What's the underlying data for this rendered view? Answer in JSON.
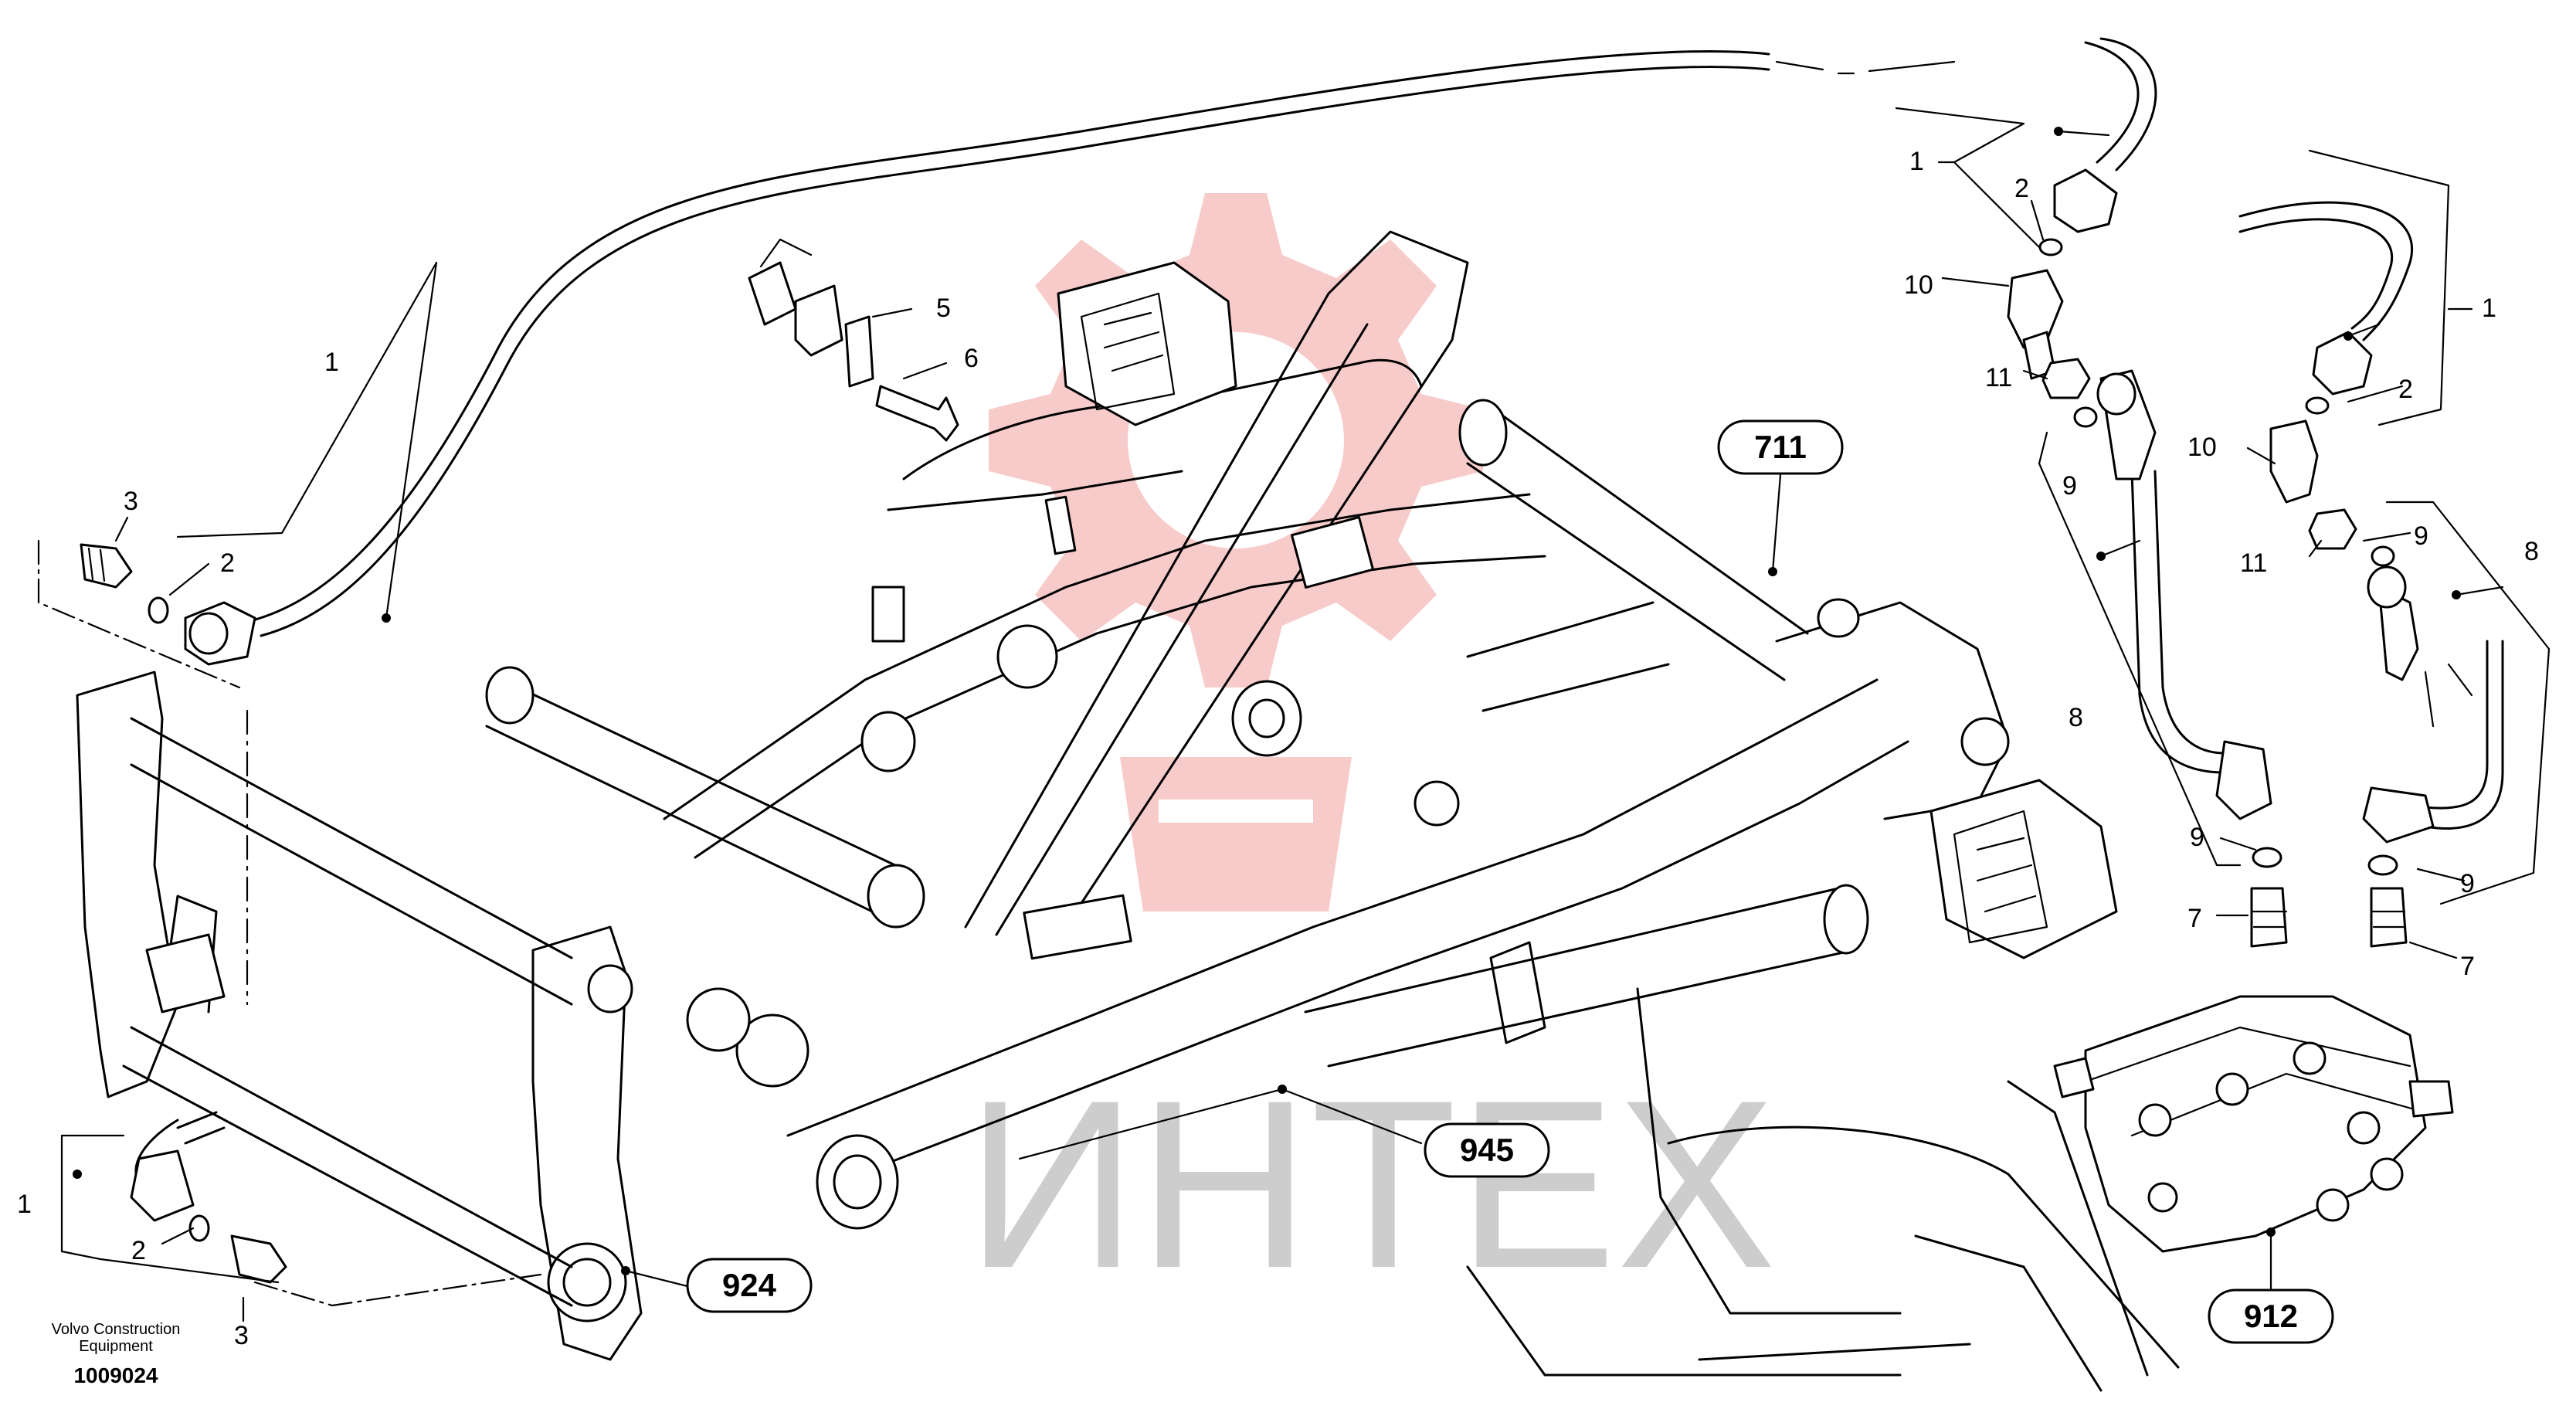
{
  "watermark": {
    "logo": "gear-logo",
    "text": "ИНТЕХ",
    "logo_color": "#f5b3b3",
    "text_color": "#bdbdbd"
  },
  "callouts": {
    "c1a": "1",
    "c1b": "1",
    "c1c": "1",
    "c1d": "1",
    "c2a": "2",
    "c2b": "2",
    "c2c": "2",
    "c2d": "2",
    "c3a": "3",
    "c3b": "3",
    "c5": "5",
    "c6": "6",
    "c7a": "7",
    "c7b": "7",
    "c8a": "8",
    "c8b": "8",
    "c9a": "9",
    "c9b": "9",
    "c9c": "9",
    "c9d": "9",
    "c10a": "10",
    "c10b": "10",
    "c11a": "11",
    "c11b": "11"
  },
  "references": {
    "r711": "711",
    "r945": "945",
    "r924": "924",
    "r912": "912"
  },
  "caption": {
    "company_line1": "Volvo Construction",
    "company_line2": "Equipment",
    "drawing_number": "1009024"
  }
}
